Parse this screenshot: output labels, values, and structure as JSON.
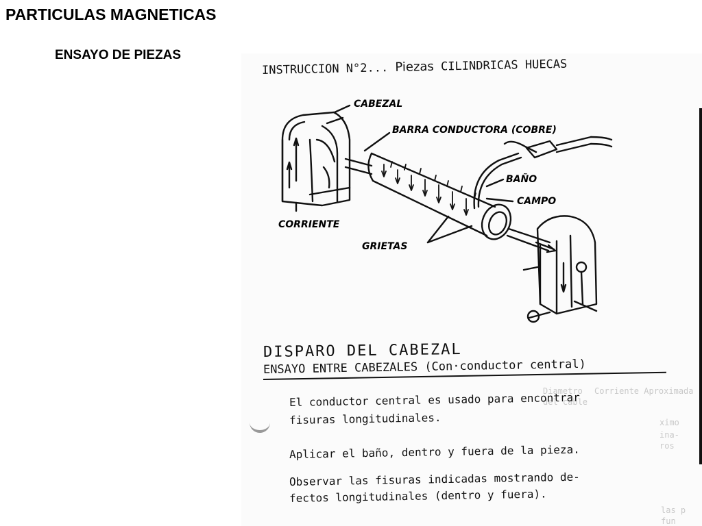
{
  "slide": {
    "title": "PARTICULAS MAGNETICAS",
    "subtitle": "ENSAYO DE PIEZAS"
  },
  "scan": {
    "instruction_prefix": "INSTRUCCION N°2...",
    "instruction_word": "Piezas",
    "instruction_rest": "CILINDRICAS HUECAS",
    "diagram_labels": {
      "head": "CABEZAL",
      "bar": "BARRA CONDUCTORA (COBRE)",
      "bath": "BAÑO",
      "field": "CAMPO",
      "current": "CORRIENTE",
      "cracks": "GRIETAS"
    },
    "section_title": "DISPARO DEL CABEZAL",
    "section_subtitle": "ENSAYO ENTRE CABEZALES (Con·conductor central)",
    "paragraph_1_line_1": "El conductor central es usado para encontrar",
    "paragraph_1_line_2": "fisuras longitudinales.",
    "paragraph_2": "Aplicar el baño, dentro y fuera de la pieza.",
    "paragraph_3_line_1": "Observar  las fisuras indicadas mostrando de-",
    "paragraph_3_line_2": "fectos longitudinales (dentro y fuera).",
    "bleed_through": [
      "Diametro",
      "Corriente Aproximada",
      "del cable",
      "ximo",
      "ina-",
      "ros",
      "las p",
      "fun"
    ]
  }
}
